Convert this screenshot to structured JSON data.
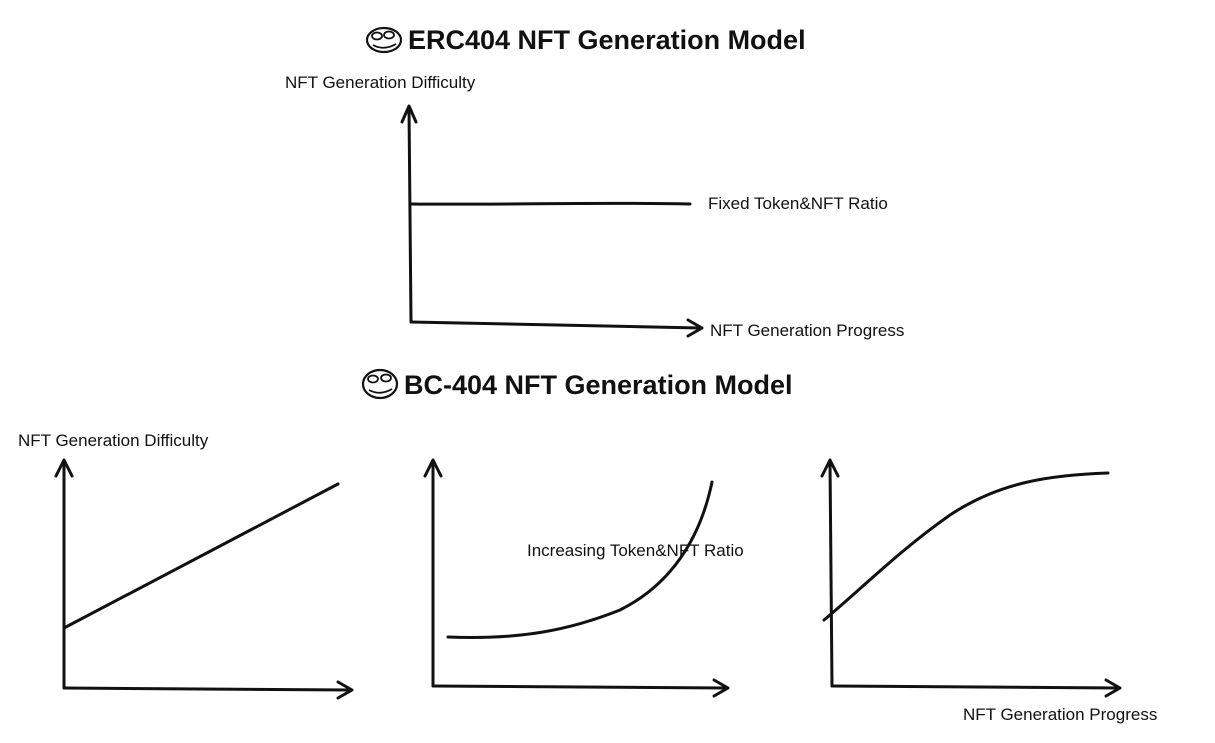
{
  "top": {
    "title": "ERC404 NFT Generation Model",
    "y_axis_label": "NFT Generation Difficulty",
    "x_axis_label": "NFT Generation Progress",
    "line_label": "Fixed Token&NFT Ratio"
  },
  "bottom": {
    "title": "BC-404 NFT Generation Model",
    "y_axis_label": "NFT Generation Difficulty",
    "x_axis_label": "NFT Generation Progress",
    "curve_label": "Increasing Token&NFT Ratio"
  },
  "icons": [
    "pepe-face-icon",
    "pepe-face-icon"
  ]
}
